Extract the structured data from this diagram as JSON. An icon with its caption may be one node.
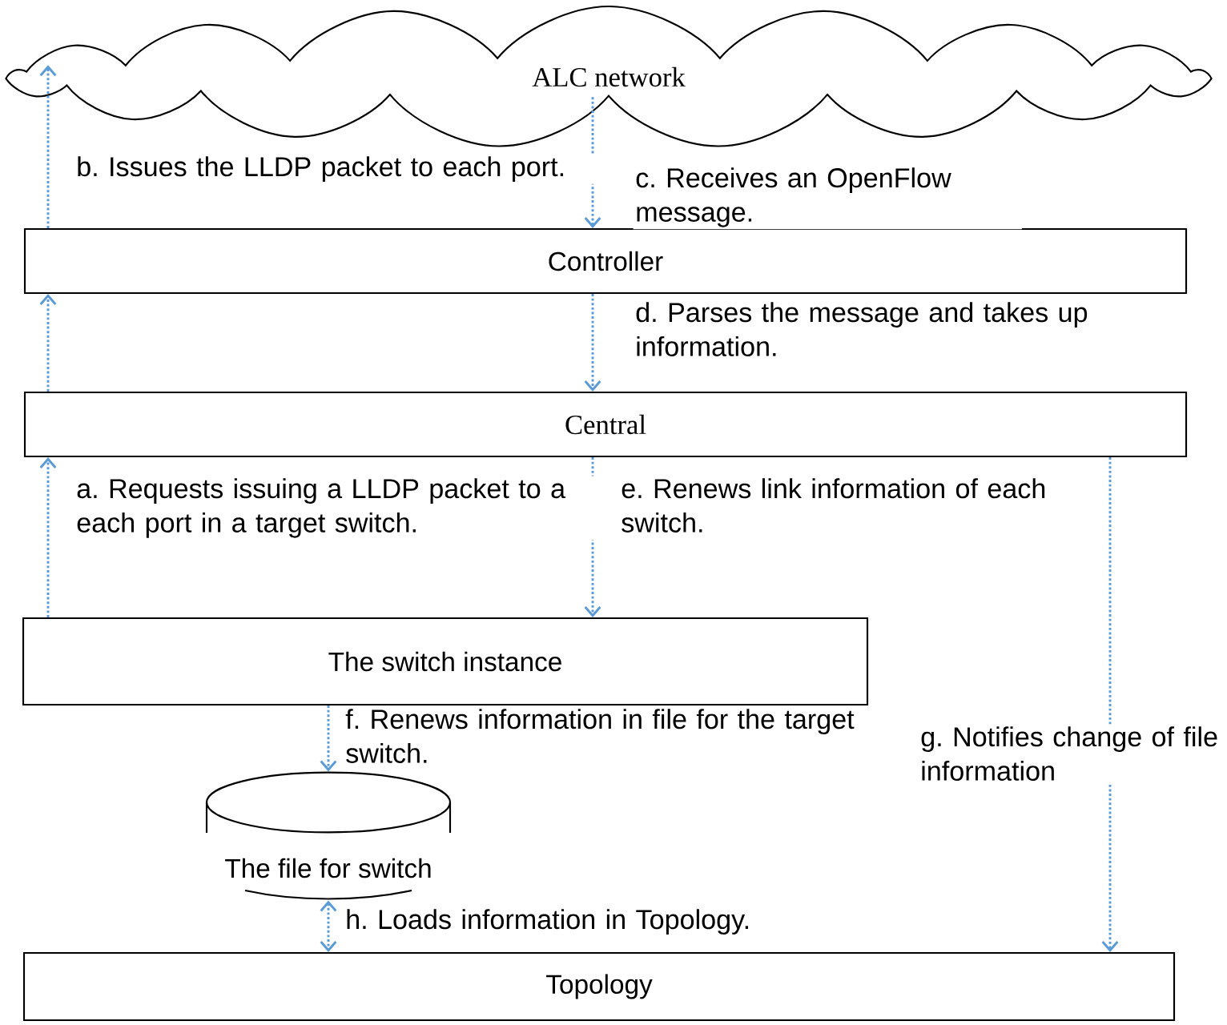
{
  "diagram": {
    "nodes": [
      {
        "text": [
          "ALC network"
        ]
      },
      {
        "text": [
          "Controller"
        ]
      },
      {
        "text": [
          "Central"
        ]
      },
      {
        "text": [
          "The switch instance"
        ]
      },
      {
        "text": [
          "The file for switch"
        ]
      },
      {
        "text": [
          "Topology"
        ]
      }
    ],
    "edges": [
      {
        "from": 1,
        "to": 0,
        "arrow": "to",
        "label": "b. Issues the LLDP packet to each port."
      },
      {
        "from": 0,
        "to": 1,
        "arrow": "to",
        "label": "c. Receives an OpenFlow message."
      },
      {
        "from": 2,
        "to": 1,
        "arrow": "to"
      },
      {
        "from": 1,
        "to": 2,
        "arrow": "to",
        "label": "d. Parses the message and takes up information."
      },
      {
        "from": 3,
        "to": 2,
        "arrow": "to",
        "label": "a. Requests issuing a LLDP packet to a each port in a target switch."
      },
      {
        "from": 2,
        "to": 3,
        "arrow": "to",
        "label": "e. Renews link information of each switch."
      },
      {
        "from": 3,
        "to": 4,
        "arrow": "to",
        "label": "f. Renews information in file for the target switch."
      },
      {
        "from": 2,
        "to": 5,
        "arrow": "to",
        "label": "g. Notifies change of file information"
      },
      {
        "from": 4,
        "to": 5,
        "arrow": "both",
        "label": "h. Loads information in Topology."
      }
    ]
  }
}
